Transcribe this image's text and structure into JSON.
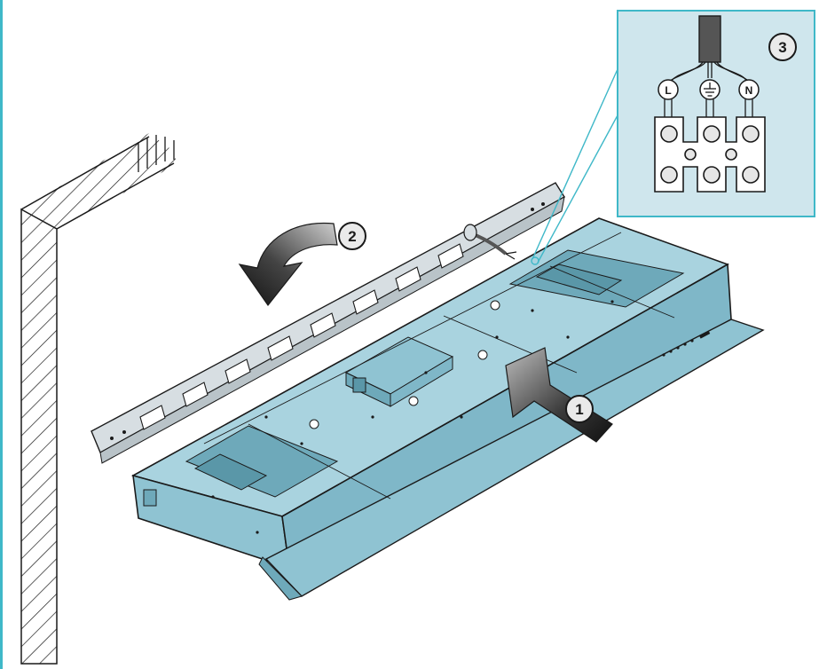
{
  "callouts": [
    {
      "id": "1",
      "label": "1"
    },
    {
      "id": "2",
      "label": "2"
    },
    {
      "id": "3",
      "label": "3"
    }
  ],
  "wiring": {
    "terminals": [
      {
        "name": "live",
        "label": "L"
      },
      {
        "name": "earth",
        "label": "",
        "icon": "ground-icon"
      },
      {
        "name": "neutral",
        "label": "N"
      }
    ]
  },
  "colors": {
    "unit_fill": "#8fc3d2",
    "unit_fill_light": "#a9d3df",
    "unit_fill_dark": "#6ea9ba",
    "inset_bg": "#cfe6ed",
    "inset_border": "#3fb8c8",
    "line": "#1a1a1a",
    "arrow_dark": "#1e1e1e"
  }
}
